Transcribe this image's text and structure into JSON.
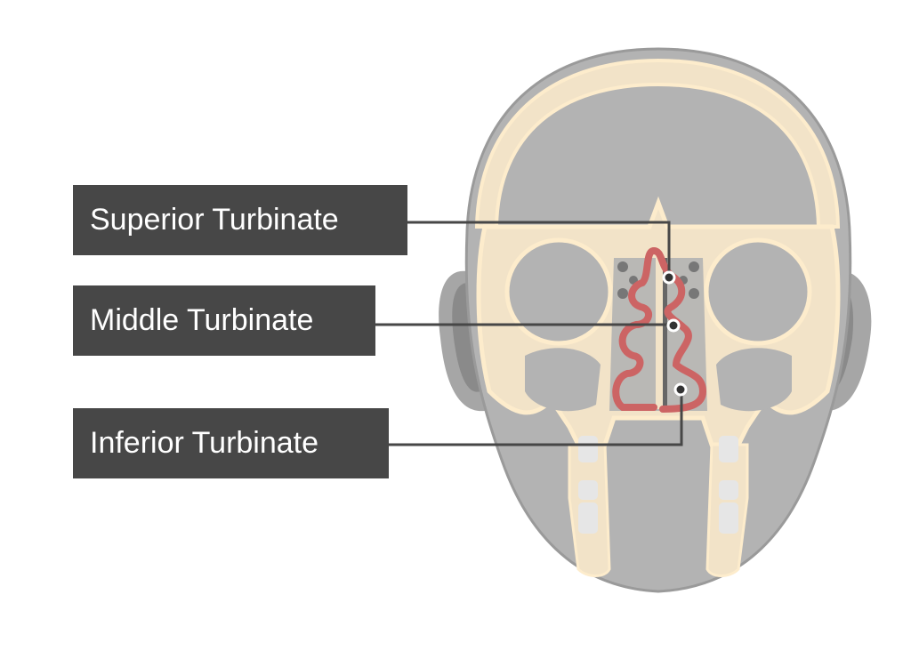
{
  "title": "Nasal turbinates – coronal section of skull",
  "labels": {
    "superior": "Superior Turbinate",
    "middle": "Middle Turbinate",
    "inferior": "Inferior Turbinate"
  },
  "colors": {
    "label_bg": "#474747",
    "head": "#b3b3b3",
    "bone": "#f2e3c8",
    "bone_edge": "#fdeccc",
    "turbinate": "#cc6464",
    "leader": "#474747"
  }
}
